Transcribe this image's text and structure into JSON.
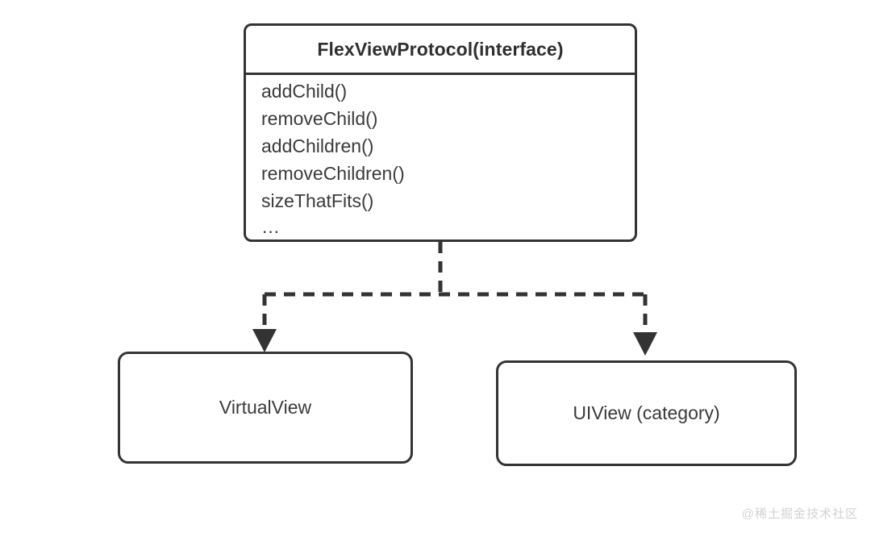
{
  "diagram": {
    "background_color": "#ffffff",
    "stroke_color": "#333333",
    "text_color": "#3a3a3a",
    "interface": {
      "title": "FlexViewProtocol(interface)",
      "methods": [
        "addChild()",
        "removeChild()",
        "addChildren()",
        "removeChildren()",
        "sizeThatFits()"
      ],
      "ellipsis": "…"
    },
    "implementations": [
      {
        "label": "VirtualView"
      },
      {
        "label": "UIView (category)"
      }
    ],
    "connector": {
      "style": "dashed",
      "arrow_type": "solid-triangle",
      "relationship": "realization"
    }
  },
  "watermark": {
    "text": "@稀土掘金技术社区",
    "color": "#d2d2d2"
  }
}
